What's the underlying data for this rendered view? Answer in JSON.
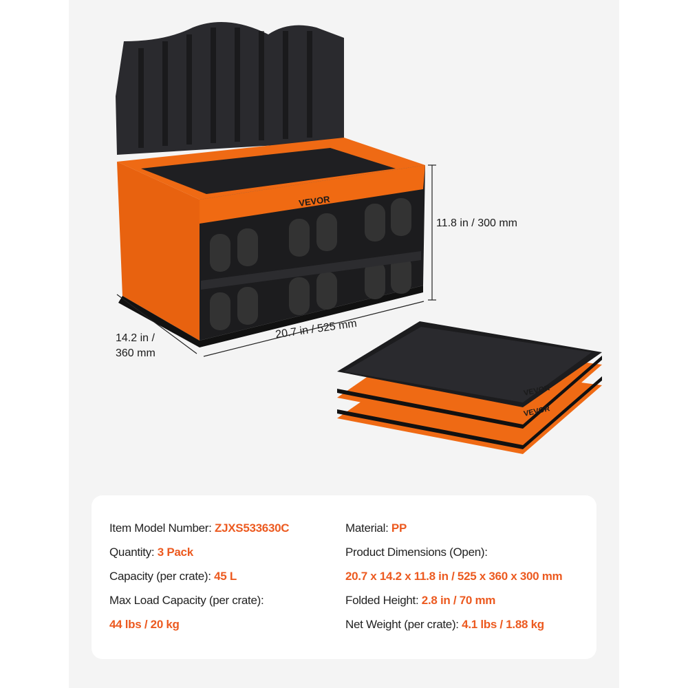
{
  "brand": "VEVOR",
  "colors": {
    "accent": "#ec5a20",
    "crate_orange": "#f06a12",
    "crate_black": "#1c1c1e"
  },
  "dimensions": {
    "height": "11.8 in / 300 mm",
    "length": "20.7 in / 525 mm",
    "width_line1": "14.2 in /",
    "width_line2": "360 mm"
  },
  "specs": {
    "model_label": "Item Model Number: ",
    "model_value": "ZJXS533630C",
    "quantity_label": "Quantity: ",
    "quantity_value": "3 Pack",
    "capacity_label": "Capacity (per crate): ",
    "capacity_value": "45 L",
    "max_load_label": "Max Load Capacity (per crate):",
    "max_load_value": "44 lbs / 20 kg",
    "material_label": "Material: ",
    "material_value": "PP",
    "dimensions_label": "Product Dimensions (Open):",
    "dimensions_value": "20.7 x 14.2 x 11.8 in / 525 x 360 x 300 mm",
    "folded_label": "Folded Height: ",
    "folded_value": "2.8 in / 70 mm",
    "net_weight_label": "Net Weight (per crate): ",
    "net_weight_value": "4.1 lbs / 1.88 kg"
  }
}
